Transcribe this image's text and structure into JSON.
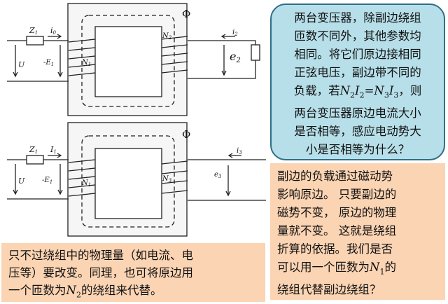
{
  "diagram": {
    "top": {
      "z_label": "Z",
      "z_sub": "1",
      "current_label": "i",
      "current_sub": "0",
      "voltage_label": "U",
      "emf_label": "-E",
      "emf_sub": "1",
      "primary_label": "N",
      "primary_sub": "1",
      "secondary_label": "N",
      "secondary_sub": "2",
      "flux_label": "Φ",
      "sec_current_label": "i",
      "sec_current_sub": "2",
      "sec_emf_label": "e",
      "sec_emf_sub": "2"
    },
    "bottom": {
      "z_label": "Z",
      "z_sub": "1",
      "current_label": "I",
      "current_sub": "1",
      "voltage_label": "U",
      "emf_label": "-E",
      "emf_sub": "1",
      "primary_label": "N",
      "primary_sub": "1",
      "secondary_label": "N",
      "secondary_sub": "3",
      "flux_label": "Φ",
      "sec_current_label": "i",
      "sec_current_sub": "3",
      "sec_emf_label": "e",
      "sec_emf_sub": "3"
    }
  },
  "question": {
    "lines": [
      "两台变压器，除副边绕组",
      "匝数不同外，其他参数均",
      "相同。将它们原边接相同",
      "正弦电压，副边带不同的"
    ],
    "line5_pre": "负载，若",
    "line5_post": "，则",
    "eq_n2": "N",
    "eq_n2_sub": "2",
    "eq_i2": "I",
    "eq_i2_sub": "2",
    "eq_equals": "=",
    "eq_n3": "N",
    "eq_n3_sub": "3",
    "eq_i3": "I",
    "eq_i3_sub": "3",
    "lines_after": [
      "两台变压器原边电流大小",
      "是否相等，感应电动势大",
      "小是否相等为什么？"
    ]
  },
  "answer": {
    "lines": [
      "副边的负载通过磁动势",
      "影响原边。 只要副边的",
      "磁势不变， 原边的物理",
      "量就不变。 这就是绕组",
      "折算的依据。我们是否"
    ],
    "line6_pre": "可以用一个匝数为",
    "n_label": "N",
    "n_sub": "1",
    "line6_post": "的",
    "line7": "绕组代替副边绕组？"
  },
  "note": {
    "line1": "只不过绕组中的物理量（如电流、电",
    "line2": "压等）要改变。同理，也可将原边用",
    "line3_pre": "一个匝数为",
    "n_label": "N",
    "n_sub": "2",
    "line3_post": "的绕组来代替。"
  }
}
